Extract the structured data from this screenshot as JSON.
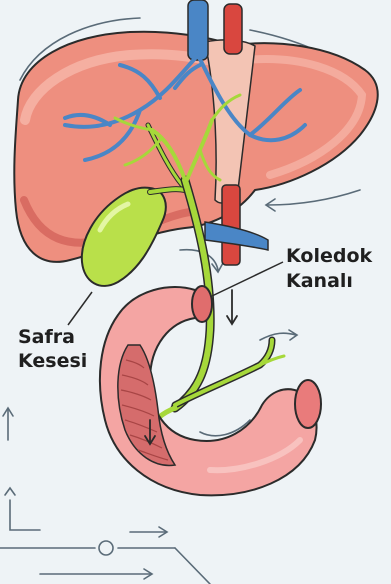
{
  "labels": {
    "bile_duct_line1": "Koledok",
    "bile_duct_line2": "Kanalı",
    "gallbladder_line1": "Safra",
    "gallbladder_line2": "Kesesi"
  },
  "colors": {
    "background": "#eef3f6",
    "liver": "#ee8f7f",
    "liver_dark": "#c8504a",
    "bile_green": "#a6d83a",
    "gallbladder": "#b9e04a",
    "vein_blue": "#4a86c6",
    "artery_red": "#d9473f",
    "intestine": "#f4a5a3",
    "intestine_dark": "#d56c6c",
    "ink": "#2b2b2b",
    "arrow_grey": "#5a6b78"
  }
}
